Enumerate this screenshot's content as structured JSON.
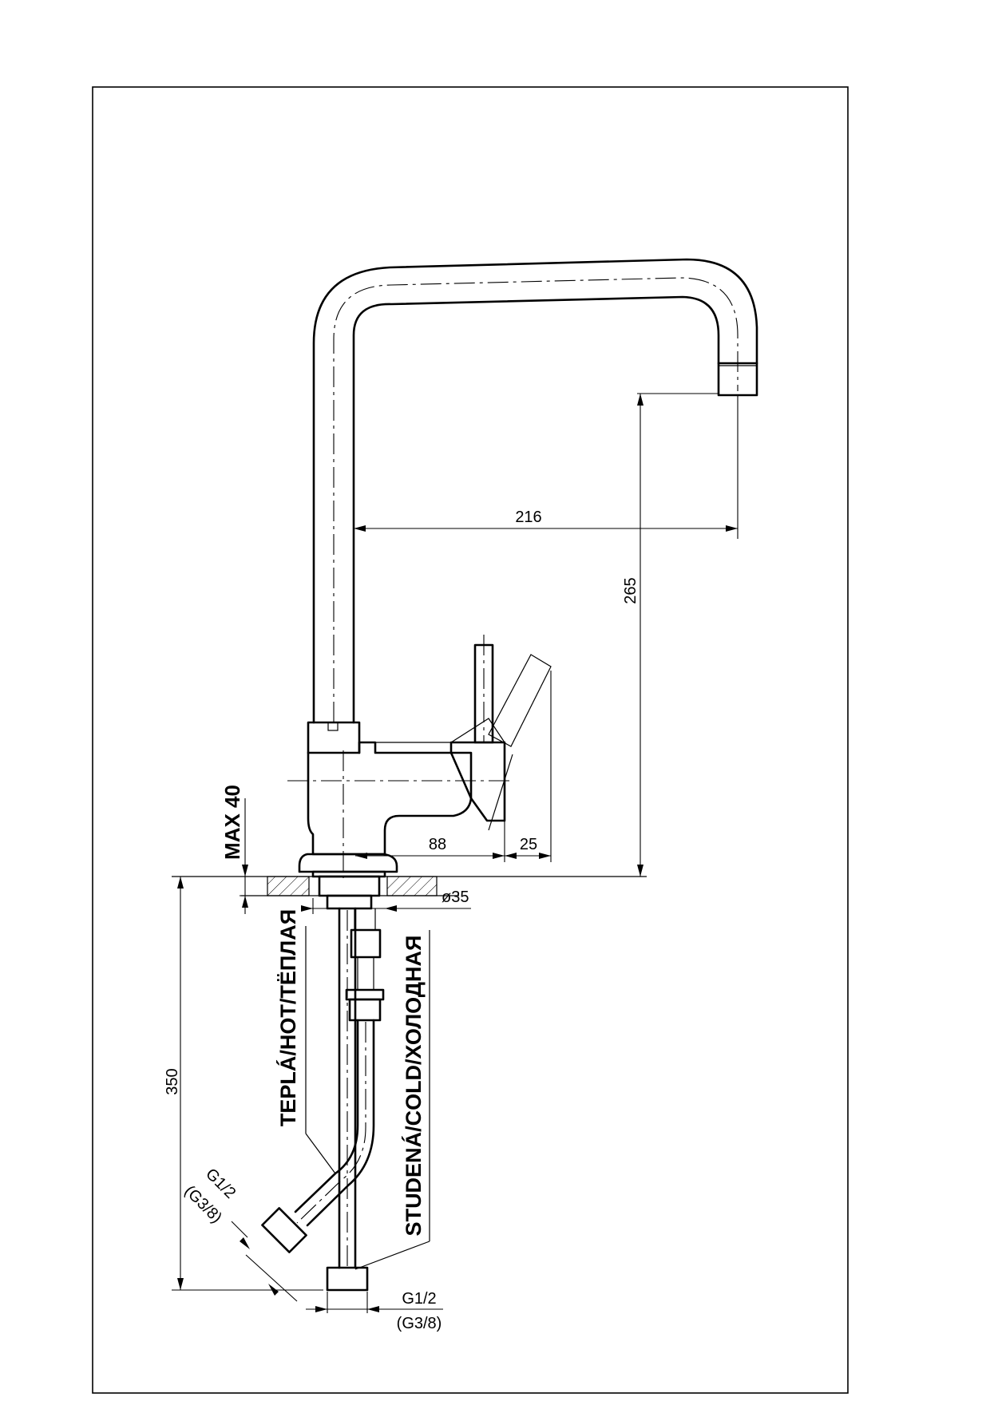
{
  "dimensions": {
    "spout_reach": "216",
    "spout_height": "265",
    "lever_offset": "88",
    "lever_depth": "25",
    "diameter": "ø35",
    "max_thickness": "MAX 40",
    "hose_length": "350",
    "thread_left_main": "G1/2",
    "thread_left_alt": "(G3/8)",
    "thread_right_main": "G1/2",
    "thread_right_alt": "(G3/8)"
  },
  "labels": {
    "hot": "TEPLÁ/HOT/TЁПЛАЯ",
    "cold": "STUDENÁ/COLD/ХОЛОДНАЯ"
  }
}
